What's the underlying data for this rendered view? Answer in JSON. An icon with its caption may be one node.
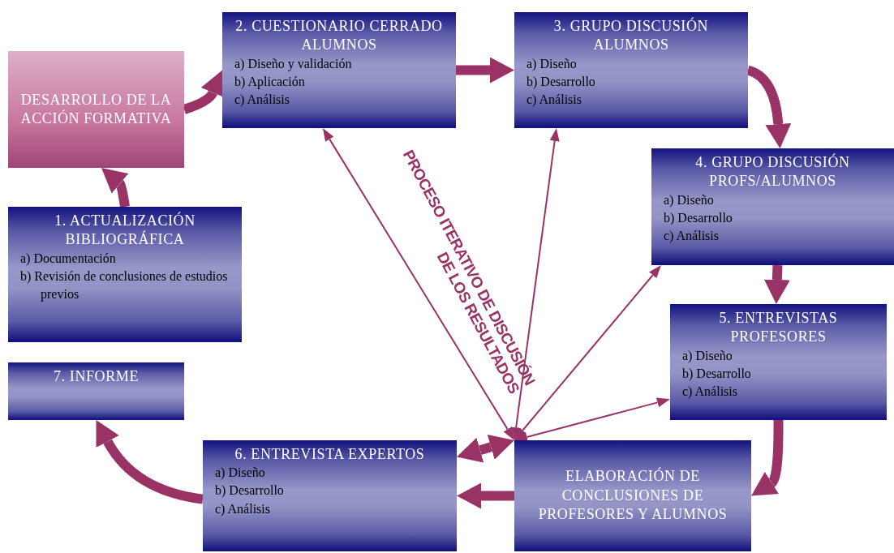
{
  "diagram": {
    "nodes": [
      {
        "text": [
          "DESARROLLO DE LA ACCIÓN FORMATIVA"
        ]
      },
      {
        "text": [
          "1. ACTUALIZACIÓN BIBLIOGRÁFICA",
          "a) Documentación",
          "b) Revisión de conclusiones de estudios previos"
        ]
      },
      {
        "text": [
          "2. CUESTIONARIO CERRADO ALUMNOS",
          "a) Diseño y validación",
          "b) Aplicación",
          "c) Análisis"
        ]
      },
      {
        "text": [
          "3. GRUPO DISCUSIÓN ALUMNOS",
          "a) Diseño",
          "b) Desarrollo",
          "c) Análisis"
        ]
      },
      {
        "text": [
          "4. GRUPO DISCUSIÓN PROFS/ALUMNOS",
          "a) Diseño",
          "b) Desarrollo",
          "c) Análisis"
        ]
      },
      {
        "text": [
          "5. ENTREVISTAS PROFESORES",
          "a) Diseño",
          "b) Desarrollo",
          "c) Análisis"
        ]
      },
      {
        "text": [
          "7. INFORME"
        ]
      },
      {
        "text": [
          "6. ENTREVISTA EXPERTOS",
          "a) Diseño",
          "b) Desarrollo",
          "c) Análisis"
        ]
      },
      {
        "text": [
          "ELABORACIÓN DE CONCLUSIONES DE PROFESORES Y ALUMNOS"
        ]
      }
    ],
    "edges": [
      {
        "from": 1,
        "to": 0,
        "arrow": "to"
      },
      {
        "from": 0,
        "to": 2,
        "arrow": "to"
      },
      {
        "from": 2,
        "to": 3,
        "arrow": "to"
      },
      {
        "from": 3,
        "to": 4,
        "arrow": "to"
      },
      {
        "from": 4,
        "to": 5,
        "arrow": "to"
      },
      {
        "from": 5,
        "to": 8,
        "arrow": "to"
      },
      {
        "from": 8,
        "to": 7,
        "arrow": "to"
      },
      {
        "from": 7,
        "to": 6,
        "arrow": "to"
      },
      {
        "from": 8,
        "to": 7,
        "arrow": "both"
      },
      {
        "from": 8,
        "to": 2,
        "arrow": "both"
      },
      {
        "from": 8,
        "to": 3,
        "arrow": "both"
      },
      {
        "from": 8,
        "to": 4,
        "arrow": "both"
      },
      {
        "from": 8,
        "to": 5,
        "arrow": "both"
      }
    ],
    "labels": [
      "PROCESO ITERATIVO DE DISCUSIÓN DE LOS RESULTADOS"
    ]
  }
}
